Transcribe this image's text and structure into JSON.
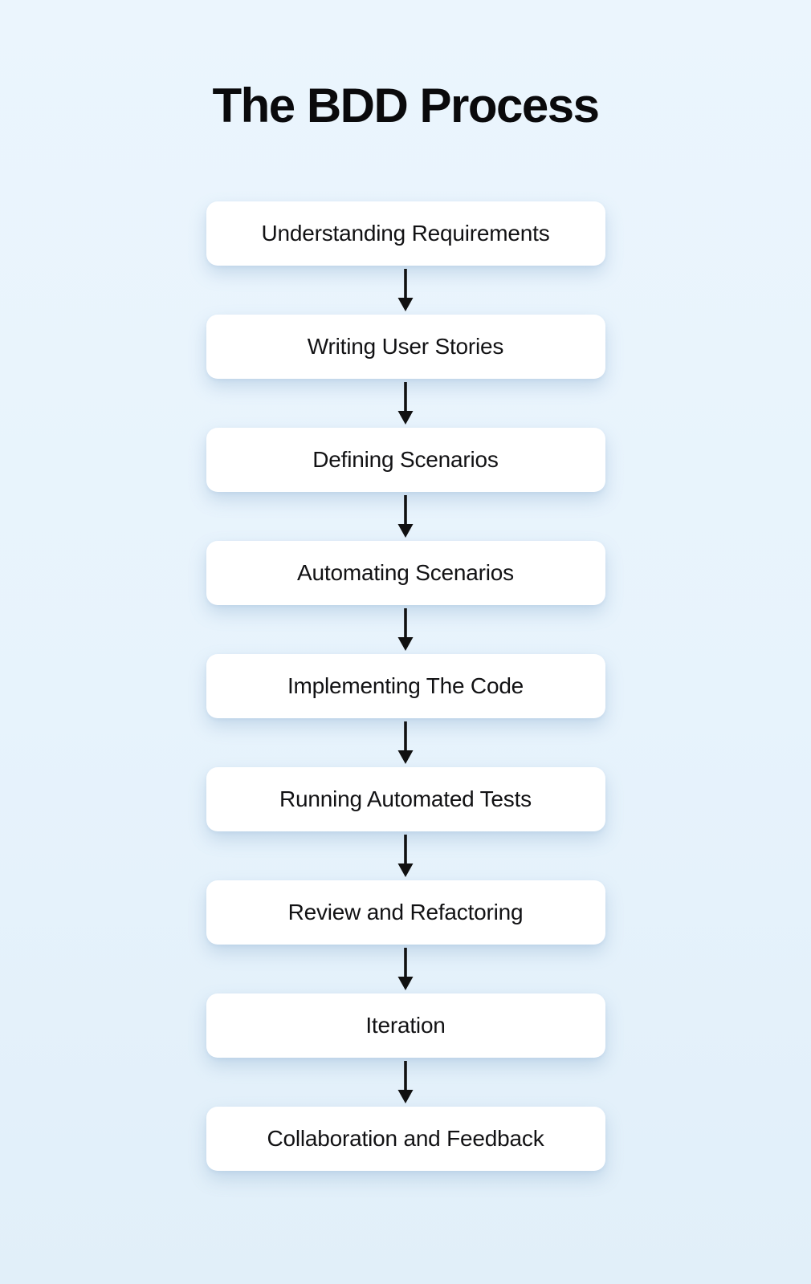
{
  "title": "The BDD Process",
  "steps": [
    {
      "label": "Understanding Requirements"
    },
    {
      "label": "Writing User Stories"
    },
    {
      "label": "Defining Scenarios"
    },
    {
      "label": "Automating Scenarios"
    },
    {
      "label": "Implementing The Code"
    },
    {
      "label": "Running Automated Tests"
    },
    {
      "label": "Review and Refactoring"
    },
    {
      "label": "Iteration"
    },
    {
      "label": "Collaboration and Feedback"
    }
  ],
  "icons": {
    "connector": "down-arrow"
  },
  "colors": {
    "background_top": "#ebf5fd",
    "background_bottom": "#e1eff9",
    "box_fill": "#ffffff",
    "box_shadow": "rgba(116,156,196,0.30)",
    "text": "#121214",
    "title": "#0a0a0c",
    "arrow": "#111111"
  }
}
